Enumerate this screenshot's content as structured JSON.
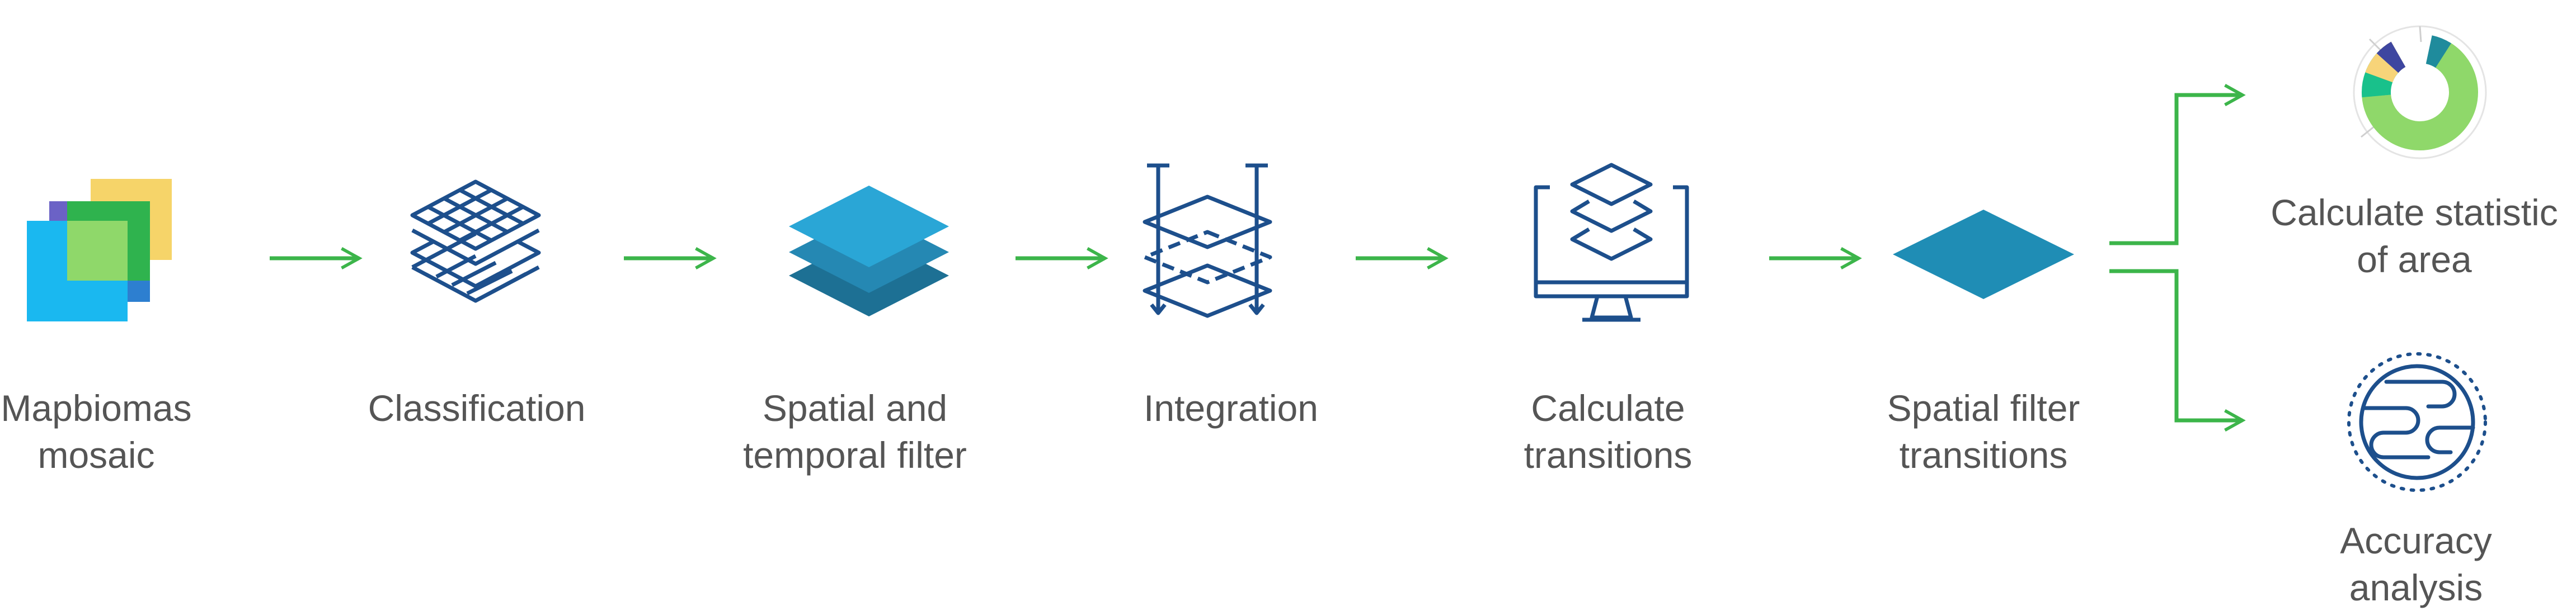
{
  "colors": {
    "arrow": "#3cb54a",
    "icon_navy": "#1d4f8c",
    "icon_teal": "#2a9fcf",
    "icon_teal_dark": "#1d7da3",
    "label_text": "#555555",
    "mosaic_cyan": "#1ab8f0",
    "mosaic_yellow": "#f6d469",
    "mosaic_green": "#2fb34e",
    "mosaic_purple": "#4a3fa5",
    "donut_green": "#8fd86a",
    "donut_teal": "#19c18b",
    "donut_yellow": "#f7d479",
    "donut_navy": "#3e46a0"
  },
  "steps": [
    {
      "id": "mosaic",
      "icon": "layered-squares-icon",
      "line1": "Mapbiomas",
      "line2": "mosaic"
    },
    {
      "id": "classification",
      "icon": "grid-layers-icon",
      "line1": "Classification",
      "line2": ""
    },
    {
      "id": "filter",
      "icon": "stacked-layers-icon",
      "line1": "Spatial and",
      "line2": "temporal filter"
    },
    {
      "id": "integration",
      "icon": "integration-layers-icon",
      "line1": "Integration",
      "line2": ""
    },
    {
      "id": "transitions",
      "icon": "monitor-layers-icon",
      "line1": "Calculate",
      "line2": "transitions"
    },
    {
      "id": "spatial-filter",
      "icon": "diamond-layer-icon",
      "line1": "Spatial filter",
      "line2": "transitions"
    }
  ],
  "outputs": [
    {
      "id": "statistic",
      "icon": "donut-chart-icon",
      "line1": "Calculate statistic",
      "line2": "of area"
    },
    {
      "id": "accuracy",
      "icon": "globe-icon",
      "line1": "Accuracy",
      "line2": "analysis"
    }
  ]
}
